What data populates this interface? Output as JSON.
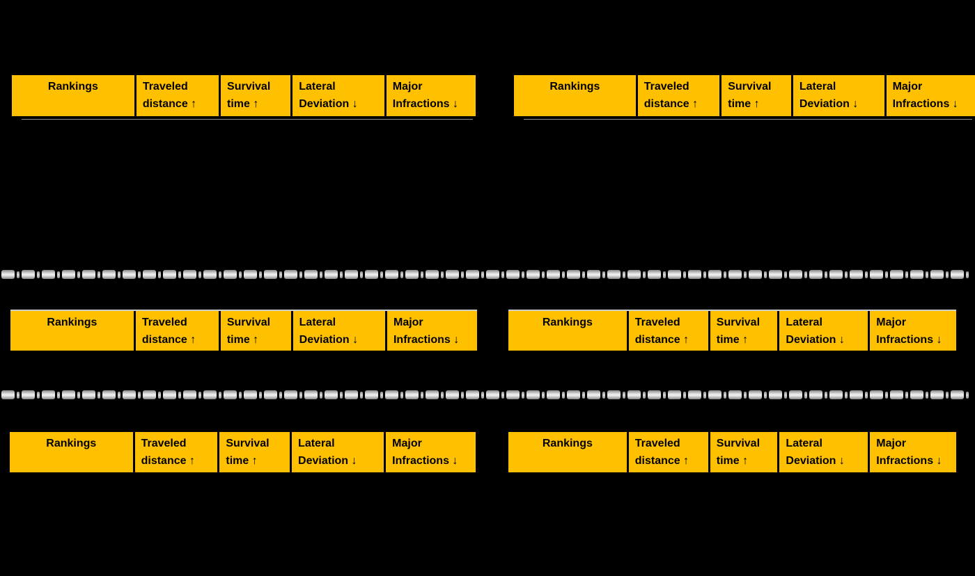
{
  "page": {
    "background": "#000000",
    "description_visible_content": "Three pairs of gold leaderboard table header rows separated by gray dashed tear lines"
  },
  "palette": {
    "header_fill": "#ffc000",
    "header_text": "#000000",
    "cell_divider": "#000000",
    "dash_gray": "#bdbdbd",
    "dash_highlight": "#ececec",
    "artifact_line": "#cfcfcf"
  },
  "header_columns": [
    {
      "line1": "Rankings",
      "line2": ""
    },
    {
      "line1": "Traveled",
      "line2": "distance ↑"
    },
    {
      "line1": "Survival",
      "line2": "time ↑"
    },
    {
      "line1": "Lateral",
      "line2": "Deviation ↓"
    },
    {
      "line1": "Major",
      "line2": "Infractions ↓"
    }
  ],
  "tables": [
    {
      "position": "top-left"
    },
    {
      "position": "top-right"
    },
    {
      "position": "middle-left"
    },
    {
      "position": "middle-right"
    },
    {
      "position": "bottom-left"
    },
    {
      "position": "bottom-right"
    }
  ],
  "separators": {
    "count": 2,
    "style": "dash-dot capsule line",
    "units_per_line": 48
  }
}
